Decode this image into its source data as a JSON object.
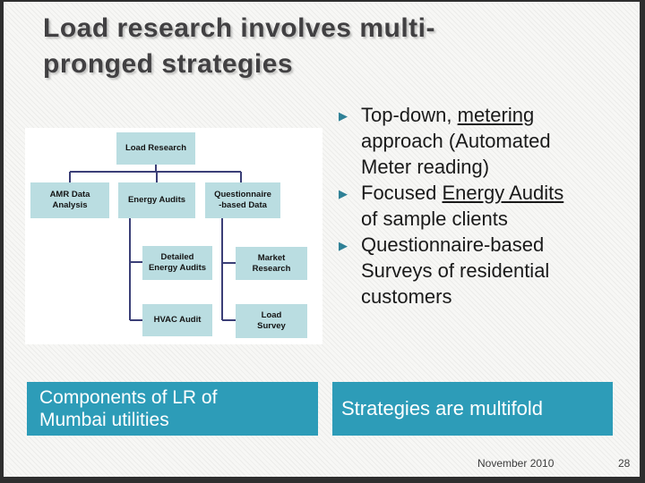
{
  "slide": {
    "title_lines": [
      "Load research involves multi-",
      "pronged strategies"
    ]
  },
  "icons": {
    "bullet_marker": "▶"
  },
  "diagram": {
    "nodes": {
      "load_research": {
        "lines": [
          "Load Research"
        ]
      },
      "amr_data_analysis": {
        "lines": [
          "AMR Data",
          "Analysis"
        ]
      },
      "energy_audits": {
        "lines": [
          "Energy Audits"
        ]
      },
      "questionnaire_based_data": {
        "lines": [
          "Questionnaire",
          "-based Data"
        ]
      },
      "detailed_energy_audits": {
        "lines": [
          "Detailed",
          "Energy Audits"
        ]
      },
      "market_research": {
        "lines": [
          "Market",
          "Research"
        ]
      },
      "hvac_audit": {
        "lines": [
          "HVAC Audit"
        ]
      },
      "load_survey": {
        "lines": [
          "Load",
          "Survey"
        ]
      }
    }
  },
  "bullets": [
    {
      "segments": [
        {
          "text": "Top-down, "
        },
        {
          "text": "metering",
          "underline": true
        },
        {
          "text": " approach (Automated Meter reading)"
        }
      ]
    },
    {
      "segments": [
        {
          "text": "Focused "
        },
        {
          "text": "Energy Audits",
          "underline": true
        },
        {
          "text": " of sample clients"
        }
      ]
    },
    {
      "segments": [
        {
          "text": "Questionnaire-based Surveys of residential customers"
        }
      ]
    }
  ],
  "callouts": {
    "left": {
      "lines": [
        "Components of LR of",
        "Mumbai utilities"
      ]
    },
    "right": {
      "label": "Strategies are multifold"
    }
  },
  "footer": {
    "date": "November 2010",
    "page": "28"
  },
  "colors": {
    "accent_teal": "#2d9cb8",
    "diagram_node_fill": "#badde1",
    "connector_navy": "#3b3f77",
    "bullet_marker_teal": "#2e8096",
    "title_gray": "#414042"
  }
}
